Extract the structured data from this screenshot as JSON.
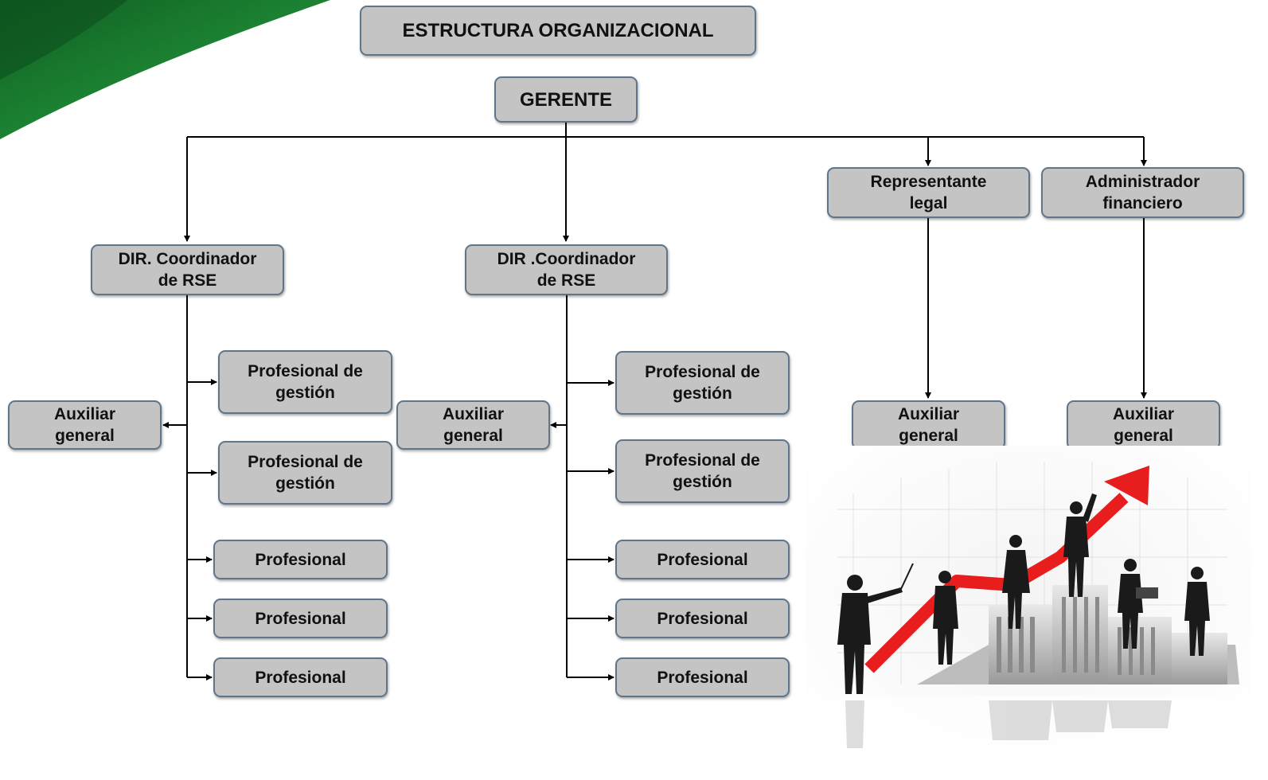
{
  "title": "ESTRUCTURA ORGANIZACIONAL",
  "gerente": "GERENTE",
  "left_branch": {
    "director": "DIR. Coordinador\nde RSE",
    "auxiliar": "Auxiliar\ngeneral",
    "profesional_gestion_1": "Profesional de\ngestión",
    "profesional_gestion_2": "Profesional de\ngestión",
    "profesional_1": "Profesional",
    "profesional_2": "Profesional",
    "profesional_3": "Profesional"
  },
  "middle_branch": {
    "director": "DIR .Coordinador\nde RSE",
    "auxiliar": "Auxiliar\ngeneral",
    "profesional_gestion_1": "Profesional de\ngestión",
    "profesional_gestion_2": "Profesional de\ngestión",
    "profesional_1": "Profesional",
    "profesional_2": "Profesional",
    "profesional_3": "Profesional"
  },
  "representante_branch": {
    "head": "Representante\nlegal",
    "auxiliar": "Auxiliar\ngeneral"
  },
  "administrador_branch": {
    "head": "Administrador\nfinanciero",
    "auxiliar": "Auxiliar\ngeneral"
  },
  "colors": {
    "node_fill": "#c4c4c4",
    "node_border": "#5f7589",
    "connector": "#000000",
    "banner_green": "#1b7a2f",
    "arrow_red": "#e81e1e"
  }
}
